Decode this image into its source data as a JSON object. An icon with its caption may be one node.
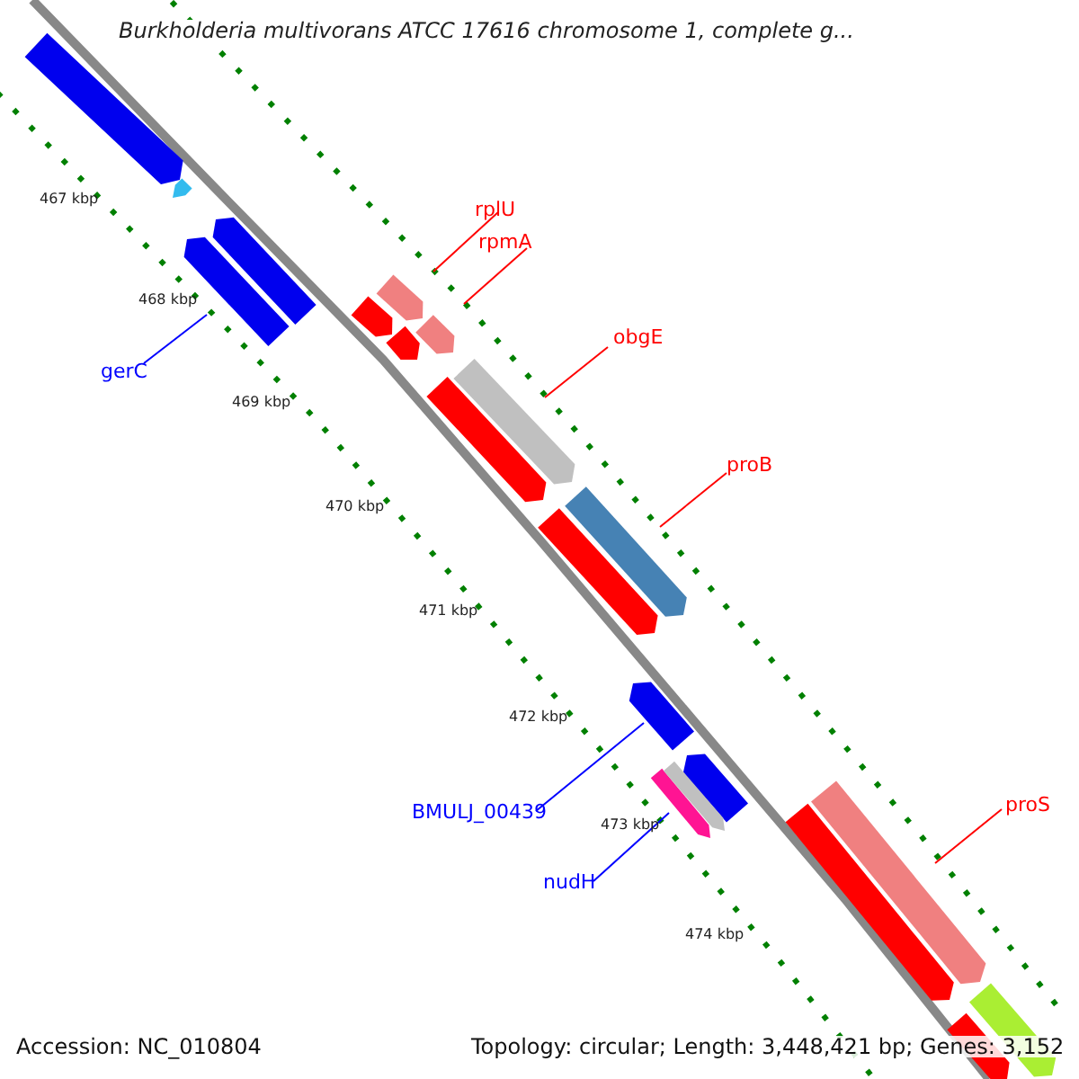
{
  "diagram": {
    "title": "Burkholderia multivorans ATCC 17616 chromosome 1, complete g...",
    "nodes": [
      {
        "text": [
          "rplU"
        ]
      },
      {
        "text": [],
        "shape": "bar"
      },
      {
        "text": [
          "rpmA"
        ]
      },
      {
        "text": [],
        "shape": "bar"
      },
      {
        "text": [
          "obgE"
        ]
      },
      {
        "text": [],
        "shape": "bar"
      },
      {
        "text": [
          "proB"
        ]
      },
      {
        "text": [],
        "shape": "bar"
      },
      {
        "text": [
          "proS"
        ]
      },
      {
        "text": [],
        "shape": "bar"
      },
      {
        "text": [
          "gerC"
        ]
      },
      {
        "text": [],
        "shape": "bar"
      },
      {
        "text": [
          "BMULJ_00439"
        ]
      },
      {
        "text": [],
        "shape": "bar"
      },
      {
        "text": [
          "nudH"
        ]
      },
      {
        "text": [],
        "shape": "bar"
      },
      {
        "text": [],
        "shape": "bar"
      },
      {
        "text": [],
        "shape": "bar"
      },
      {
        "text": [],
        "shape": "bar"
      },
      {
        "text": [],
        "shape": "bar"
      },
      {
        "text": [],
        "shape": "bar"
      },
      {
        "text": [],
        "shape": "bar"
      },
      {
        "text": [],
        "shape": "bar"
      },
      {
        "text": [],
        "shape": "bar"
      },
      {
        "text": [],
        "shape": "bar"
      },
      {
        "text": [],
        "shape": "bar"
      },
      {
        "text": [],
        "shape": "bar"
      },
      {
        "text": [],
        "shape": "bar"
      }
    ],
    "edges": [
      {
        "from": 0,
        "to": 1,
        "arrow": "none"
      },
      {
        "from": 2,
        "to": 3,
        "arrow": "none"
      },
      {
        "from": 4,
        "to": 5,
        "arrow": "none"
      },
      {
        "from": 6,
        "to": 7,
        "arrow": "none"
      },
      {
        "from": 8,
        "to": 9,
        "arrow": "none"
      },
      {
        "from": 10,
        "to": 11,
        "arrow": "none",
        "color": "#0000ff"
      },
      {
        "from": 12,
        "to": 13,
        "arrow": "none",
        "color": "#0000ff"
      },
      {
        "from": 14,
        "to": 15,
        "arrow": "none",
        "color": "#0000ff"
      }
    ],
    "labels": [
      "467 kbp",
      "468 kbp",
      "469 kbp",
      "470 kbp",
      "471 kbp",
      "472 kbp",
      "473 kbp",
      "474 kbp",
      "Accession: NC_010804",
      "Topology: circular; Length: 3,448,421 bp; Genes: 3,152"
    ]
  }
}
